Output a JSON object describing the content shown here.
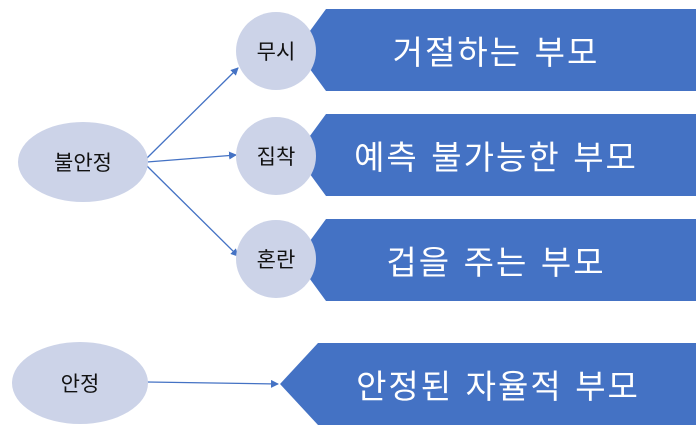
{
  "nodes": {
    "unstable": "불안정",
    "stable": "안정",
    "ignore": "무시",
    "attach": "집착",
    "confuse": "혼란"
  },
  "banners": {
    "rejecting": "거절하는 부모",
    "unpredictable": "예측 불가능한 부모",
    "frightening": "겁을 주는 부모",
    "secure": "안정된 자율적 부모"
  },
  "colors": {
    "ellipse_fill": "#ccd3e8",
    "banner_fill": "#4472c4",
    "arrow": "#4472c4"
  }
}
